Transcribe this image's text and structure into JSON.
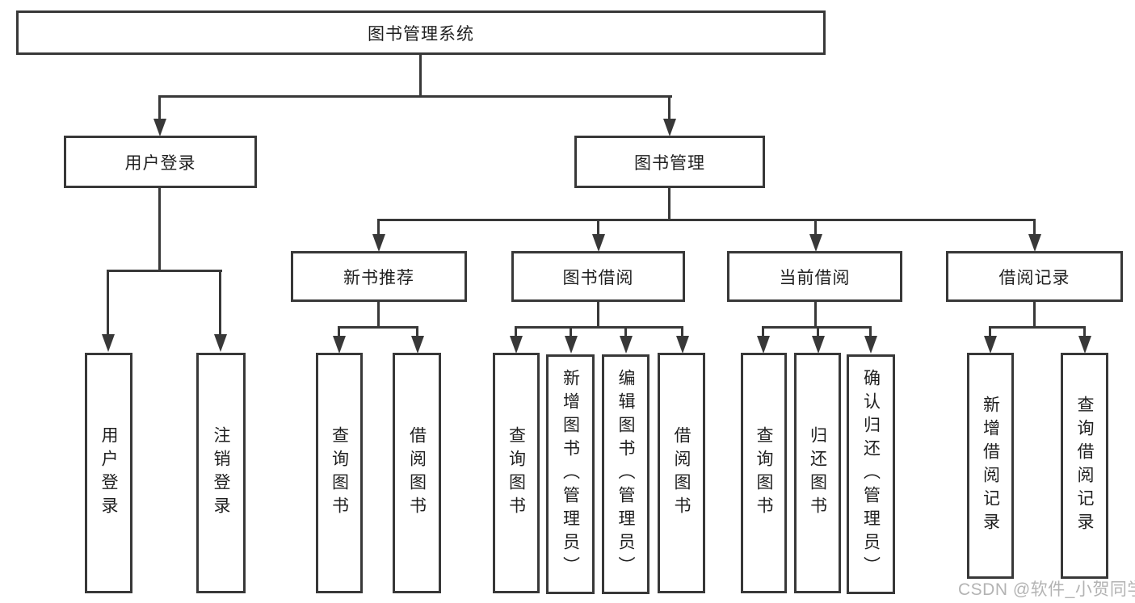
{
  "tree": {
    "label": "图书管理系统",
    "children": [
      {
        "label": "用户登录",
        "children": [
          {
            "label": "用户登录"
          },
          {
            "label": "注销登录"
          }
        ]
      },
      {
        "label": "图书管理",
        "children": [
          {
            "label": "新书推荐",
            "children": [
              {
                "label": "查询图书"
              },
              {
                "label": "借阅图书"
              }
            ]
          },
          {
            "label": "图书借阅",
            "children": [
              {
                "label": "查询图书"
              },
              {
                "label": "新增图书（管理员）"
              },
              {
                "label": "编辑图书（管理员）"
              },
              {
                "label": "借阅图书"
              }
            ]
          },
          {
            "label": "当前借阅",
            "children": [
              {
                "label": "查询图书"
              },
              {
                "label": "归还图书"
              },
              {
                "label": "确认归还（管理员）"
              }
            ]
          },
          {
            "label": "借阅记录",
            "children": [
              {
                "label": "新增借阅记录"
              },
              {
                "label": "查询借阅记录"
              }
            ]
          }
        ]
      }
    ]
  },
  "watermark": "CSDN @软件_小贺同学",
  "colors": {
    "line": "#383838",
    "text": "#1f1f1f",
    "watermark": "#b3b3b3",
    "background": "#ffffff"
  }
}
